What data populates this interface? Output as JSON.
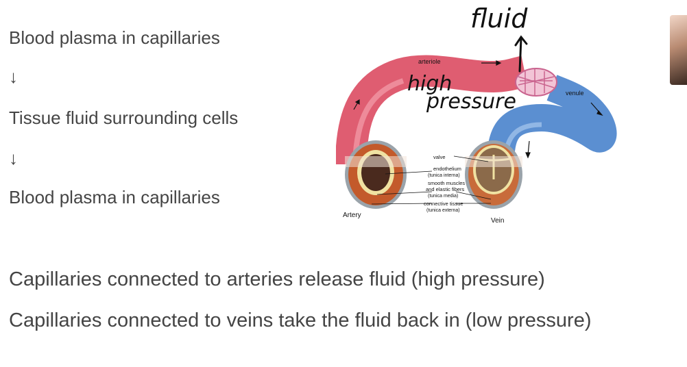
{
  "notes": {
    "line1": "Blood plasma in capillaries",
    "arrow1": "↓",
    "line2": "Tissue fluid surrounding cells",
    "arrow2": "↓",
    "line3": "Blood plasma in capillaries",
    "statement1": "Capillaries connected to arteries release fluid (high pressure)",
    "statement2": "Capillaries connected to veins take the fluid back in (low pressure)"
  },
  "diagram": {
    "arteriole": "arteriole",
    "venule": "venule",
    "valve": "valve",
    "endothelium": "endothelium",
    "tunica_interna": "(tunica interna)",
    "smooth_muscles": "smooth muscles",
    "elastic_fibers": "and elastic fibers",
    "tunica_media": "(tunica media)",
    "connective_tissue": "connective tissue",
    "tunica_externa": "(tunica externa)",
    "artery": "Artery",
    "vein": "Vein"
  },
  "annotations": {
    "fluid": "fluid",
    "high": "high",
    "pressure": "pressure"
  }
}
